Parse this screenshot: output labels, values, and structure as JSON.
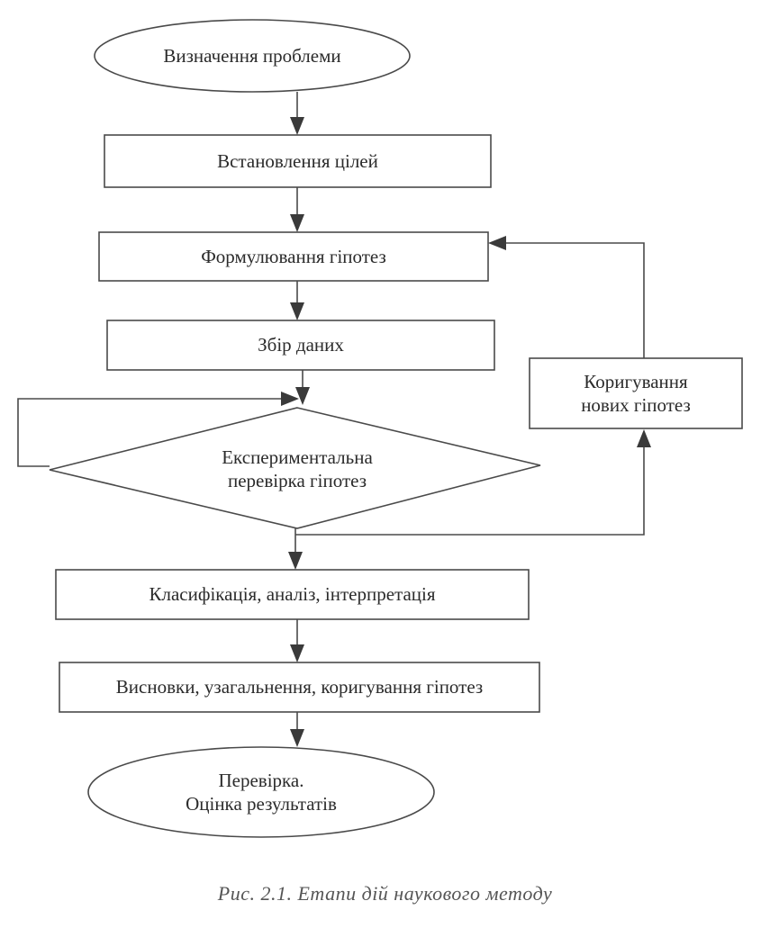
{
  "nodes": {
    "start": {
      "label": "Визначення проблеми"
    },
    "goals": {
      "label": "Встановлення цілей"
    },
    "hypotheses": {
      "label": "Формулювання гіпотез"
    },
    "data_collection": {
      "label": "Збір даних"
    },
    "experiment": {
      "line1": "Експериментальна",
      "line2": "перевірка гіпотез"
    },
    "correction": {
      "line1": "Коригування",
      "line2": "нових гіпотез"
    },
    "analysis": {
      "label": "Класифікація, аналіз, інтерпретація"
    },
    "conclusions": {
      "label": "Висновки, узагальнення, коригування гіпотез"
    },
    "end": {
      "line1": "Перевірка.",
      "line2": "Оцінка результатів"
    }
  },
  "edges": [
    {
      "from": "start",
      "to": "goals"
    },
    {
      "from": "goals",
      "to": "hypotheses"
    },
    {
      "from": "hypotheses",
      "to": "data_collection"
    },
    {
      "from": "data_collection",
      "to": "experiment"
    },
    {
      "from": "experiment",
      "to": "experiment",
      "type": "loop-back"
    },
    {
      "from": "experiment",
      "to": "analysis"
    },
    {
      "from": "experiment",
      "to": "correction"
    },
    {
      "from": "correction",
      "to": "hypotheses"
    },
    {
      "from": "analysis",
      "to": "conclusions"
    },
    {
      "from": "conclusions",
      "to": "end"
    }
  ],
  "caption": "Рис. 2.1. Етапи дій наукового методу"
}
